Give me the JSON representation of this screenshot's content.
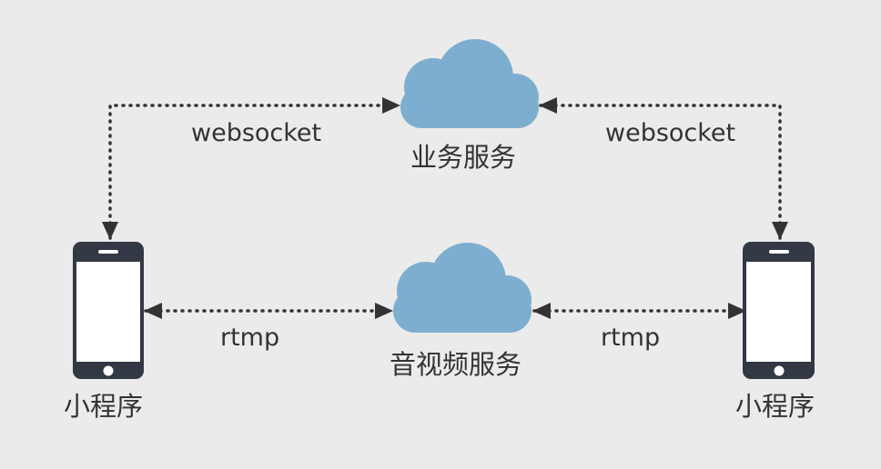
{
  "colors": {
    "background": "#ebebeb",
    "cloud": "#7eaecf",
    "phone_body": "#333845",
    "phone_screen": "#ffffff",
    "connector": "#333333",
    "text": "#333333"
  },
  "nodes": {
    "business_service": {
      "label": "业务服务",
      "icon": "cloud-icon"
    },
    "av_service": {
      "label": "音视频服务",
      "icon": "cloud-icon"
    },
    "left_client": {
      "label": "小程序",
      "icon": "smartphone-icon"
    },
    "right_client": {
      "label": "小程序",
      "icon": "smartphone-icon"
    }
  },
  "edges": {
    "left_websocket": {
      "label": "websocket",
      "from": "left_client",
      "to": "business_service",
      "style": "dotted",
      "arrows": "both"
    },
    "right_websocket": {
      "label": "websocket",
      "from": "right_client",
      "to": "business_service",
      "style": "dotted",
      "arrows": "both"
    },
    "left_rtmp": {
      "label": "rtmp",
      "from": "left_client",
      "to": "av_service",
      "style": "dotted",
      "arrows": "both"
    },
    "right_rtmp": {
      "label": "rtmp",
      "from": "right_client",
      "to": "av_service",
      "style": "dotted",
      "arrows": "both"
    }
  }
}
